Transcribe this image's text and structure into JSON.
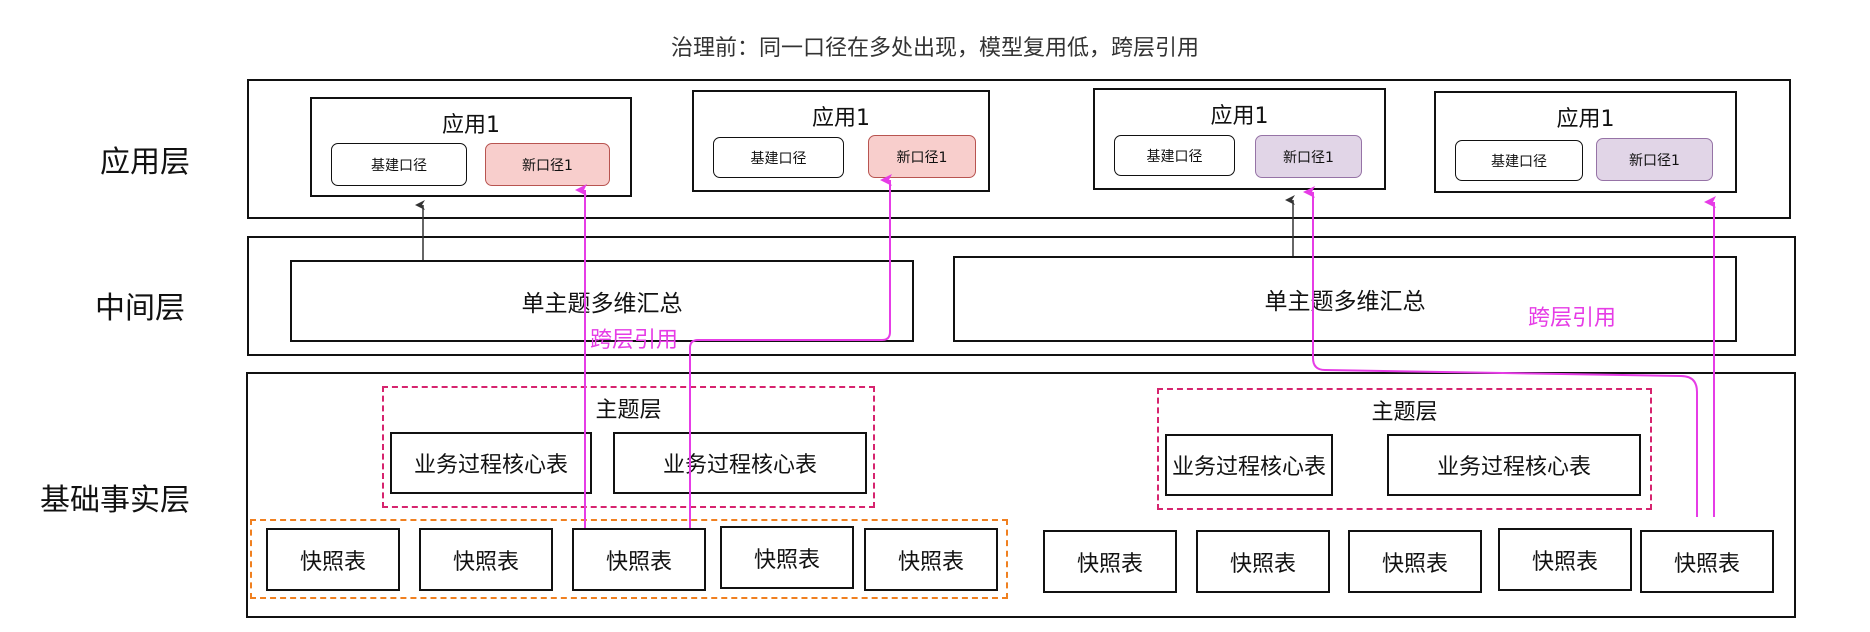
{
  "title": "治理前：同一口径在多处出现，模型复用低，跨层引用",
  "layers": {
    "app": "应用层",
    "middle": "中间层",
    "base": "基础事实层"
  },
  "apps": [
    {
      "title": "应用1",
      "base": "基建口径",
      "new": "新口径1"
    },
    {
      "title": "应用1",
      "base": "基建口径",
      "new": "新口径1"
    },
    {
      "title": "应用1",
      "base": "基建口径",
      "new": "新口径1"
    },
    {
      "title": "应用1",
      "base": "基建口径",
      "new": "新口径1"
    }
  ],
  "middle": [
    "单主题多维汇总",
    "单主题多维汇总"
  ],
  "topics": [
    {
      "label": "主题层",
      "tables": [
        "业务过程核心表",
        "业务过程核心表"
      ]
    },
    {
      "label": "主题层",
      "tables": [
        "业务过程核心表",
        "业务过程核心表"
      ]
    }
  ],
  "snapshots_left": [
    "快照表",
    "快照表",
    "快照表",
    "快照表",
    "快照表"
  ],
  "snapshots_right": [
    "快照表",
    "快照表",
    "快照表",
    "快照表",
    "快照表"
  ],
  "cross_labels": [
    "跨层引用",
    "跨层引用"
  ],
  "colors": {
    "cross_arrow": "#e63ce6",
    "normal_arrow": "#333333",
    "red_fill": "#f8cecc",
    "purple_fill": "#e1d5e7",
    "topic_dash": "#d6246e",
    "snapshot_dash": "#f08020"
  }
}
